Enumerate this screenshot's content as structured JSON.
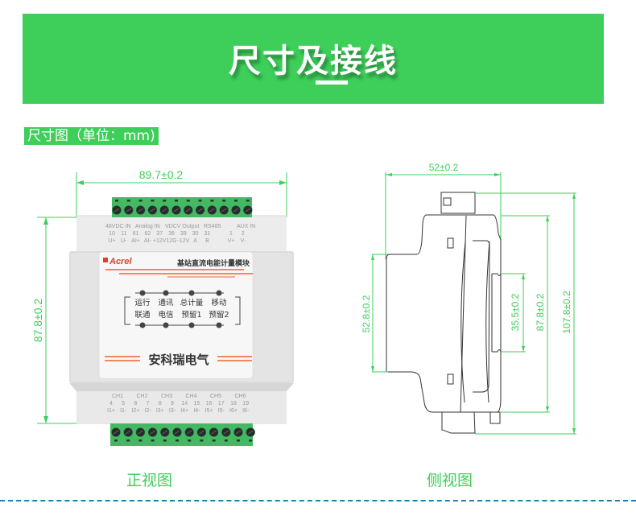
{
  "banner": {
    "title": "尺寸及接线"
  },
  "section": {
    "label": "尺寸图（单位：mm)"
  },
  "front_view": {
    "caption": "正视图",
    "width_dim": "89.7±0.2",
    "height_dim": "87.8±0.2",
    "top_terminals": {
      "row1": [
        "48VDC",
        "IN",
        "Analog",
        "IN",
        "VDCV",
        "Output",
        "RS485",
        "",
        "AUX",
        "IN"
      ],
      "group_labels": [
        "48VDC IN",
        "Analog IN",
        "VDCV Output",
        "RS485",
        "AUX IN"
      ],
      "numbers": [
        "10",
        "11",
        "61",
        "62",
        "37",
        "38",
        "39",
        "30",
        "31",
        "",
        "1",
        "2"
      ],
      "signals": [
        "U+",
        "U-",
        "AI+",
        "AI-",
        "+12V",
        "12G",
        "-12V",
        "A",
        "B",
        "",
        "V+",
        "V-"
      ]
    },
    "panel": {
      "brand": "Acrel",
      "product_name": "基站直流电能计量模块",
      "indicators_top": [
        "运行",
        "通讯",
        "总计量",
        "移动"
      ],
      "indicators_bottom": [
        "联通",
        "电信",
        "预留1",
        "预留2"
      ],
      "company": "安科瑞电气",
      "accent_color": "#f0642a"
    },
    "bottom_terminals": {
      "channels": [
        "CH1",
        "CH2",
        "CH3",
        "CH4",
        "CH5",
        "CH6"
      ],
      "numbers": [
        "4",
        "5",
        "6",
        "7",
        "8",
        "9",
        "14",
        "15",
        "16",
        "17",
        "18",
        "19"
      ],
      "signals": [
        "I1+",
        "I1-",
        "I2+",
        "I2-",
        "I3+",
        "I3-",
        "I4+",
        "I4-",
        "I5+",
        "I5-",
        "I6+",
        "I6-"
      ]
    }
  },
  "side_view": {
    "caption": "侧视图",
    "depth_dim": "52±0.2",
    "front_height_dim": "52.8±0.2",
    "rail_dim": "35.5±0.2",
    "body_height_dim": "87.8±0.2",
    "total_height_dim": "107.8±0.2"
  },
  "colors": {
    "brand_green": "#3ecf5a",
    "terminal_green": "#3fb85a",
    "divider_blue": "#1a80b0"
  }
}
